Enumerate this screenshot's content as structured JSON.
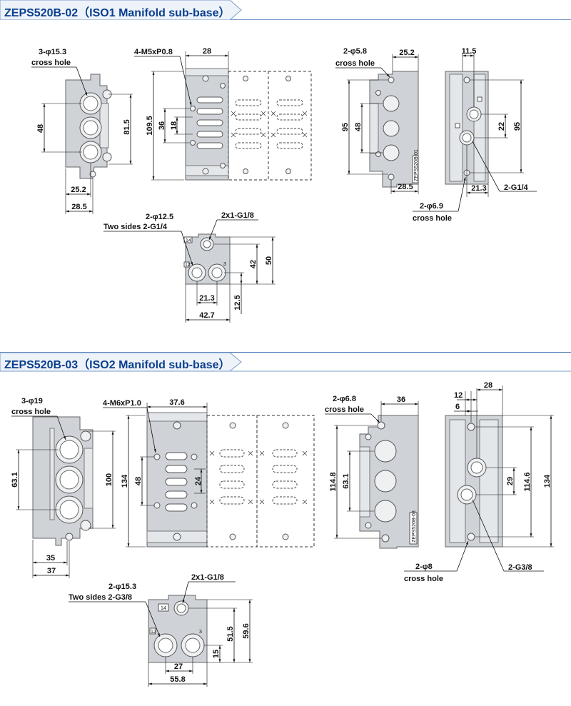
{
  "sections": [
    {
      "title": "ZEPS520B-02（ISO1 Manifold sub-base）",
      "labels": {
        "a_cross_hole_dia": "3-φ15.3",
        "a_cross_hole": "cross hole",
        "a_height_48": "48",
        "a_height_81_5": "81.5",
        "a_width_25_2": "25.2",
        "a_width_28_5": "28.5",
        "b_thread": "4-M5xP0.8",
        "b_width_28": "28",
        "b_height_109_5": "109.5",
        "b_height_36": "36",
        "b_height_18": "18",
        "c_hole_dia": "2-φ5.8",
        "c_cross_hole": "cross hole",
        "c_width_25_2": "25.2",
        "c_height_95": "95",
        "c_height_48": "48",
        "c_width_28_5": "28.5",
        "c_mark": "ZEPS520B-01",
        "d_width_11_5": "11.5",
        "d_height_22": "22",
        "d_height_95": "95",
        "d_width_21_3": "21.3",
        "d_thread": "2-G1/4",
        "d_hole_dia": "2-φ6.9",
        "d_cross_hole": "cross hole",
        "e_side_holes": "2-φ12.5",
        "e_two_sides": "Two sides 2-G1/4",
        "e_top_port": "2x1-G1/8",
        "e_height_42": "42",
        "e_height_50": "50",
        "e_width_21_3": "21.3",
        "e_height_12_5": "12.5",
        "e_width_42_7": "42.7",
        "e_port_14": "14",
        "e_port_12": "12",
        "e_port_3": "3"
      }
    },
    {
      "title": "ZEPS520B-03（ISO2 Manifold sub-base）",
      "labels": {
        "a_cross_hole_dia": "3-φ19",
        "a_cross_hole": "cross hole",
        "a_height_63_1": "63.1",
        "a_height_100": "100",
        "a_width_35": "35",
        "a_width_37": "37",
        "b_thread": "4-M6xP1.0",
        "b_width_37_6": "37.6",
        "b_height_134": "134",
        "b_height_48": "48",
        "b_height_24": "24",
        "c_hole_dia": "2-φ6.8",
        "c_cross_hole": "cross hole",
        "c_width_36": "36",
        "c_height_114_8": "114.8",
        "c_height_63_1": "63.1",
        "c_mark": "ZEPS520B-03",
        "d_width_12": "12",
        "d_width_6": "6",
        "d_width_28": "28",
        "d_height_29": "29",
        "d_height_114_6": "114.6",
        "d_height_134": "134",
        "d_hole_dia": "2-φ8",
        "d_cross_hole": "cross hole",
        "d_thread": "2-G3/8",
        "e_side_holes": "2-φ15.3",
        "e_two_sides": "Two sides 2-G3/8",
        "e_top_port": "2x1-G1/8",
        "e_height_51_5": "51.5",
        "e_height_59_6": "59.6",
        "e_height_15": "15",
        "e_width_27": "27",
        "e_width_55_8": "55.8",
        "e_port_14": "14",
        "e_port_12": "12",
        "e_port_3": "3"
      }
    }
  ],
  "colors": {
    "title": "#0a3f8f",
    "banner_fill": "#eef3fa",
    "banner_line": "#7a9cc8",
    "section_rule": "#4a78b8",
    "part_fill": "#cfd3d8"
  }
}
